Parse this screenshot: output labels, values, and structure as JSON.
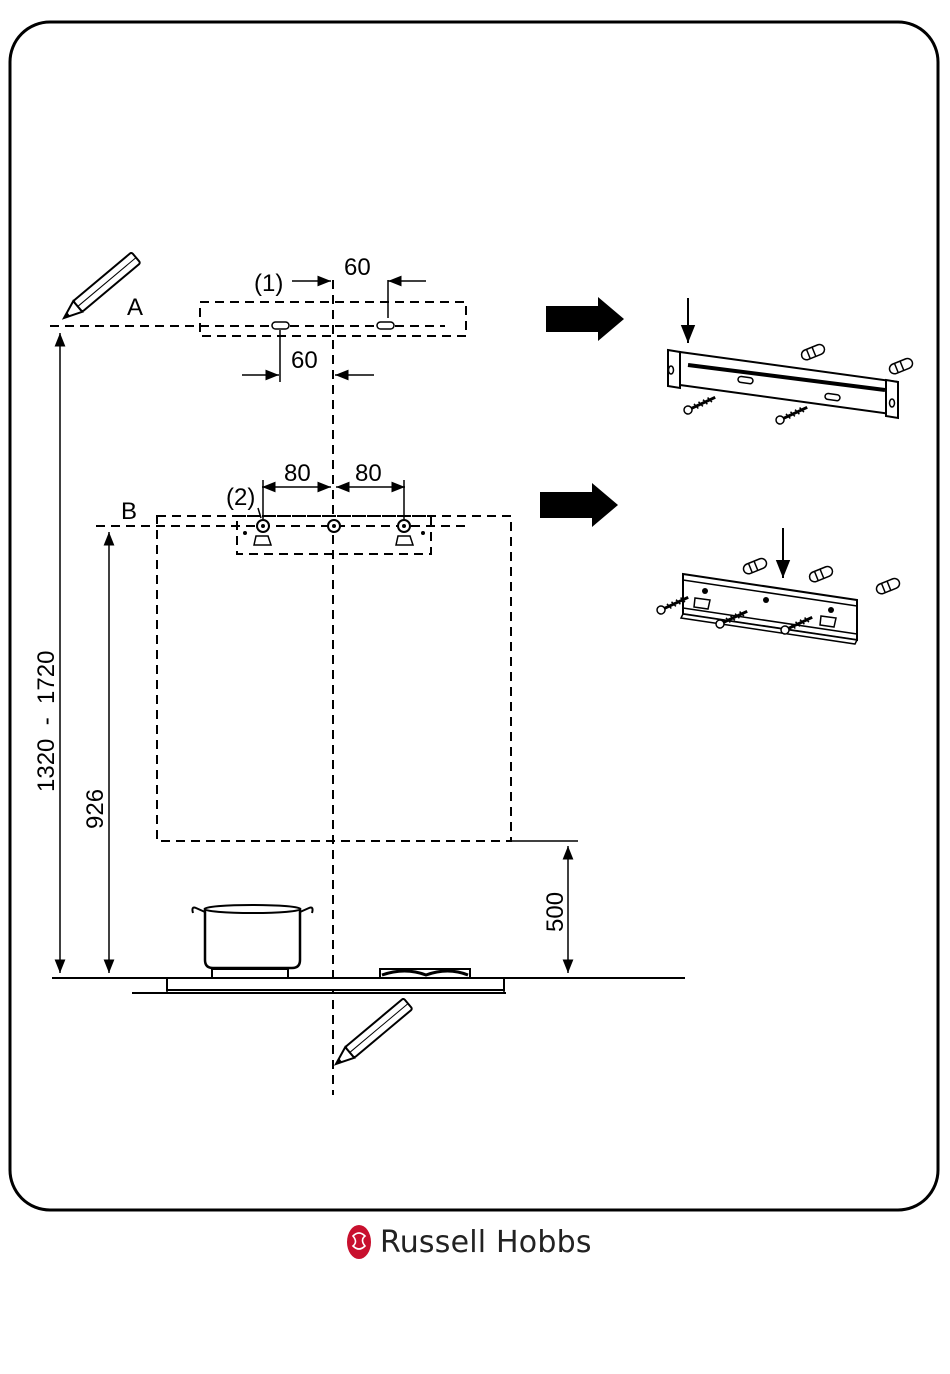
{
  "labels": {
    "point_a": "A",
    "point_b": "B",
    "ref_1": "(1)",
    "ref_2": "(2)"
  },
  "dimensions": {
    "a_top_offset": "60",
    "a_bottom_offset": "60",
    "b_left_offset": "80",
    "b_right_offset": "80",
    "height_range": "1320  -  1720",
    "height_b": "926",
    "hob_clearance": "500"
  },
  "brand": {
    "name": "Russell Hobbs",
    "logo_color": "#c8102e"
  }
}
